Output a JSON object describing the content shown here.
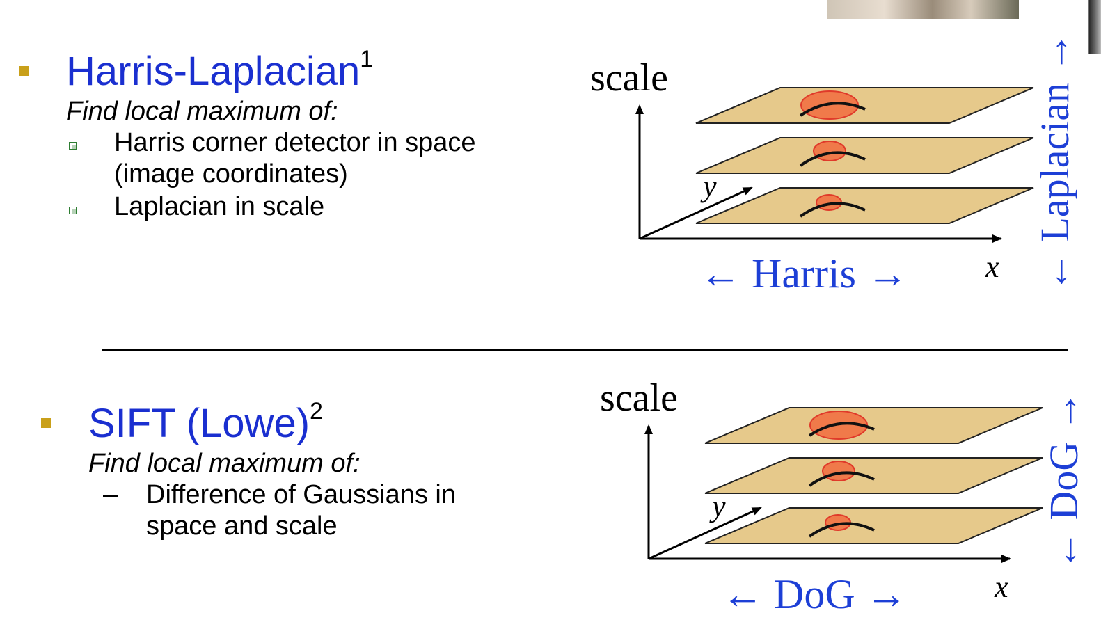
{
  "section1": {
    "title": "Harris-Laplacian",
    "title_sup": "1",
    "subtitle": "Find local maximum of:",
    "items": [
      "Harris corner detector in space",
      "(image coordinates)",
      "Laplacian in scale"
    ]
  },
  "section2": {
    "title": "SIFT (Lowe)",
    "title_sup": "2",
    "subtitle": "Find local maximum of:",
    "dash": "–",
    "items": [
      "Difference of Gaussians in",
      "space and scale"
    ]
  },
  "diagram1": {
    "scale_label": "scale",
    "y_label": "y",
    "x_label": "x",
    "horizontal_label": "← Harris →",
    "vertical_label": "← Laplacian →"
  },
  "diagram2": {
    "scale_label": "scale",
    "y_label": "y",
    "x_label": "x",
    "horizontal_label": "← DoG →",
    "vertical_label": "← DoG →"
  },
  "colors": {
    "title_blue": "#1a2fd0",
    "bullet_gold": "#c9a01a",
    "plane_fill": "#e6c98b",
    "blob_fill": "#f07a4a",
    "blob_stroke": "#e03a2a",
    "label_blue": "#1d3fd6"
  }
}
